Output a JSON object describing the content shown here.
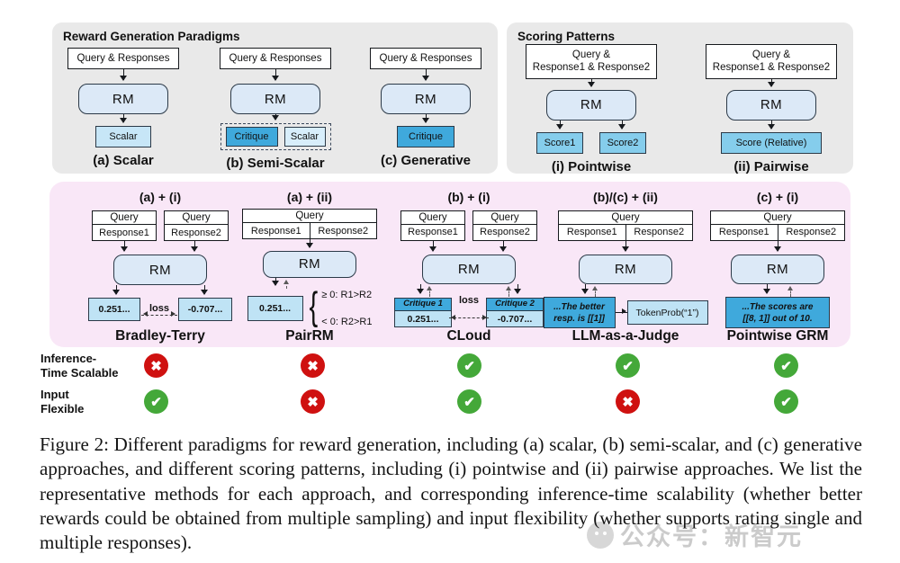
{
  "common": {
    "query": "Query",
    "response1": "Response1",
    "response2": "Response2",
    "rm": "RM",
    "loss": "loss",
    "query_responses": "Query & Responses",
    "query_r1_r2_line1": "Query &",
    "query_r1_r2_line2": "Response1 & Response2"
  },
  "reward_panel": {
    "title": "Reward Generation Paradigms",
    "scalar": {
      "output": "Scalar",
      "caption": "(a) Scalar"
    },
    "semi_scalar": {
      "critique": "Critique",
      "scalar": "Scalar",
      "caption": "(b) Semi-Scalar"
    },
    "generative": {
      "critique": "Critique",
      "caption": "(c) Generative"
    }
  },
  "scoring_panel": {
    "title": "Scoring Patterns",
    "pointwise": {
      "score1": "Score1",
      "score2": "Score2",
      "caption": "(i) Pointwise"
    },
    "pairwise": {
      "score": "Score (Relative)",
      "caption": "(ii) Pairwise"
    }
  },
  "methods": {
    "bradley_terry": {
      "header": "(a) + (i)",
      "out1": "0.251...",
      "out2": "-0.707...",
      "name": "Bradley-Terry"
    },
    "pairrm": {
      "header": "(a) + (ii)",
      "out": "0.251...",
      "brace": "{",
      "cond1": "≥ 0: R1>R2",
      "cond2": "< 0: R2>R1",
      "name": "PairRM"
    },
    "cloud": {
      "header": "(b) + (i)",
      "critique1": "Critique 1",
      "out1": "0.251...",
      "critique2": "Critique 2",
      "out2": "-0.707...",
      "name": "CLoud"
    },
    "llm_judge": {
      "header": "(b)/(c) + (ii)",
      "out_line1": "...The better",
      "out_line2": "resp. is [[1]]",
      "token_prob": "TokenProb(“1”)",
      "name": "LLM-as-a-Judge"
    },
    "pointwise_grm": {
      "header": "(c) + (i)",
      "out_line1": "...The scores are",
      "out_line2": "[[8, 1]] out of 10.",
      "name": "Pointwise GRM"
    }
  },
  "matrix": {
    "rows": [
      {
        "label_line1": "Inference-",
        "label_line2": "Time Scalable",
        "values": [
          "no",
          "no",
          "yes",
          "yes",
          "yes"
        ]
      },
      {
        "label_line1": "Input",
        "label_line2": "Flexible",
        "values": [
          "yes",
          "no",
          "yes",
          "no",
          "yes"
        ]
      }
    ]
  },
  "caption": "Figure 2: Different paradigms for reward generation, including (a) scalar, (b) semi-scalar, and (c) generative approaches, and different scoring patterns, including (i) pointwise and (ii) pairwise approaches. We list the representative methods for each approach, and corresponding inference-time scalability (whether better rewards could be obtained from multiple sampling) and input flexibility (whether supports rating single and multiple responses).",
  "watermark": "公众号：新智元",
  "colors": {
    "panel_gray": "#e9e9e9",
    "panel_pink": "#f9e7f7",
    "rm_fill": "#dce9f7",
    "light_blue": "#c7e6f7",
    "medium_blue": "#85cdec",
    "dark_blue": "#3fa9dc",
    "check_green": "#44a839",
    "cross_red": "#cf1110"
  }
}
